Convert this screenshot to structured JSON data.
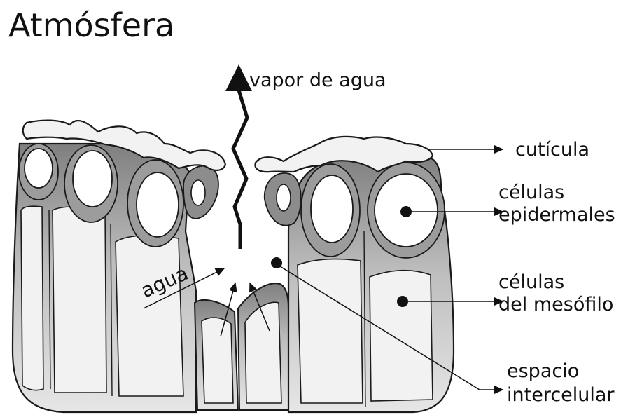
{
  "title": "Atmósfera",
  "labels": {
    "vapor": "vapor de agua",
    "cuticula": "cutícula",
    "epidermales_1": "células",
    "epidermales_2": "epidermales",
    "mesofilo_1": "células",
    "mesofilo_2": "del mesófilo",
    "espacio_1": "espacio",
    "espacio_2": "intercelular",
    "agua": "agua"
  },
  "colors": {
    "outline": "#1a1a1a",
    "cuticle": "#f2f2f2",
    "cell_wall_dark": "#8c8c8c",
    "cell_wall_mid": "#bdbdbd",
    "cell_light": "#f4f4f4",
    "background": "#ffffff"
  }
}
